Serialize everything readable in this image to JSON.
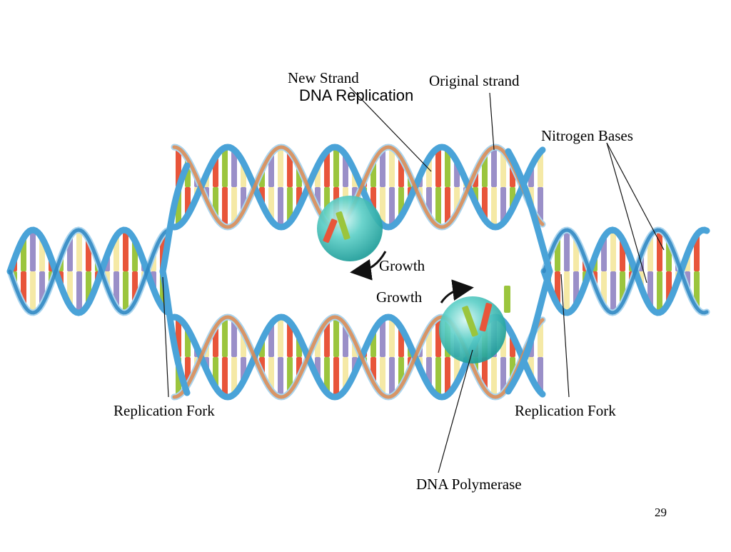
{
  "slide": {
    "title": "DNA Replication",
    "page_number": "29"
  },
  "labels": {
    "new_strand": "New Strand",
    "original_strand": "Original strand",
    "nitrogen_bases": "Nitrogen Bases",
    "growth_top": "Growth",
    "growth_bottom": "Growth",
    "replication_fork_left": "Replication Fork",
    "replication_fork_right": "Replication Fork",
    "dna_polymerase": "DNA Polymerase"
  },
  "colors": {
    "backbone_blue": "#4aa3d8",
    "backbone_blue_dark": "#2e86c1",
    "backbone_light": "#a9d4ee",
    "new_strand_orange": "#e08a4e",
    "base_red": "#e8553a",
    "base_green": "#9bc53d",
    "base_purple": "#9a8fc8",
    "base_cream": "#f5e9a6",
    "polymerase_teal": "#3fc1c0"
  }
}
